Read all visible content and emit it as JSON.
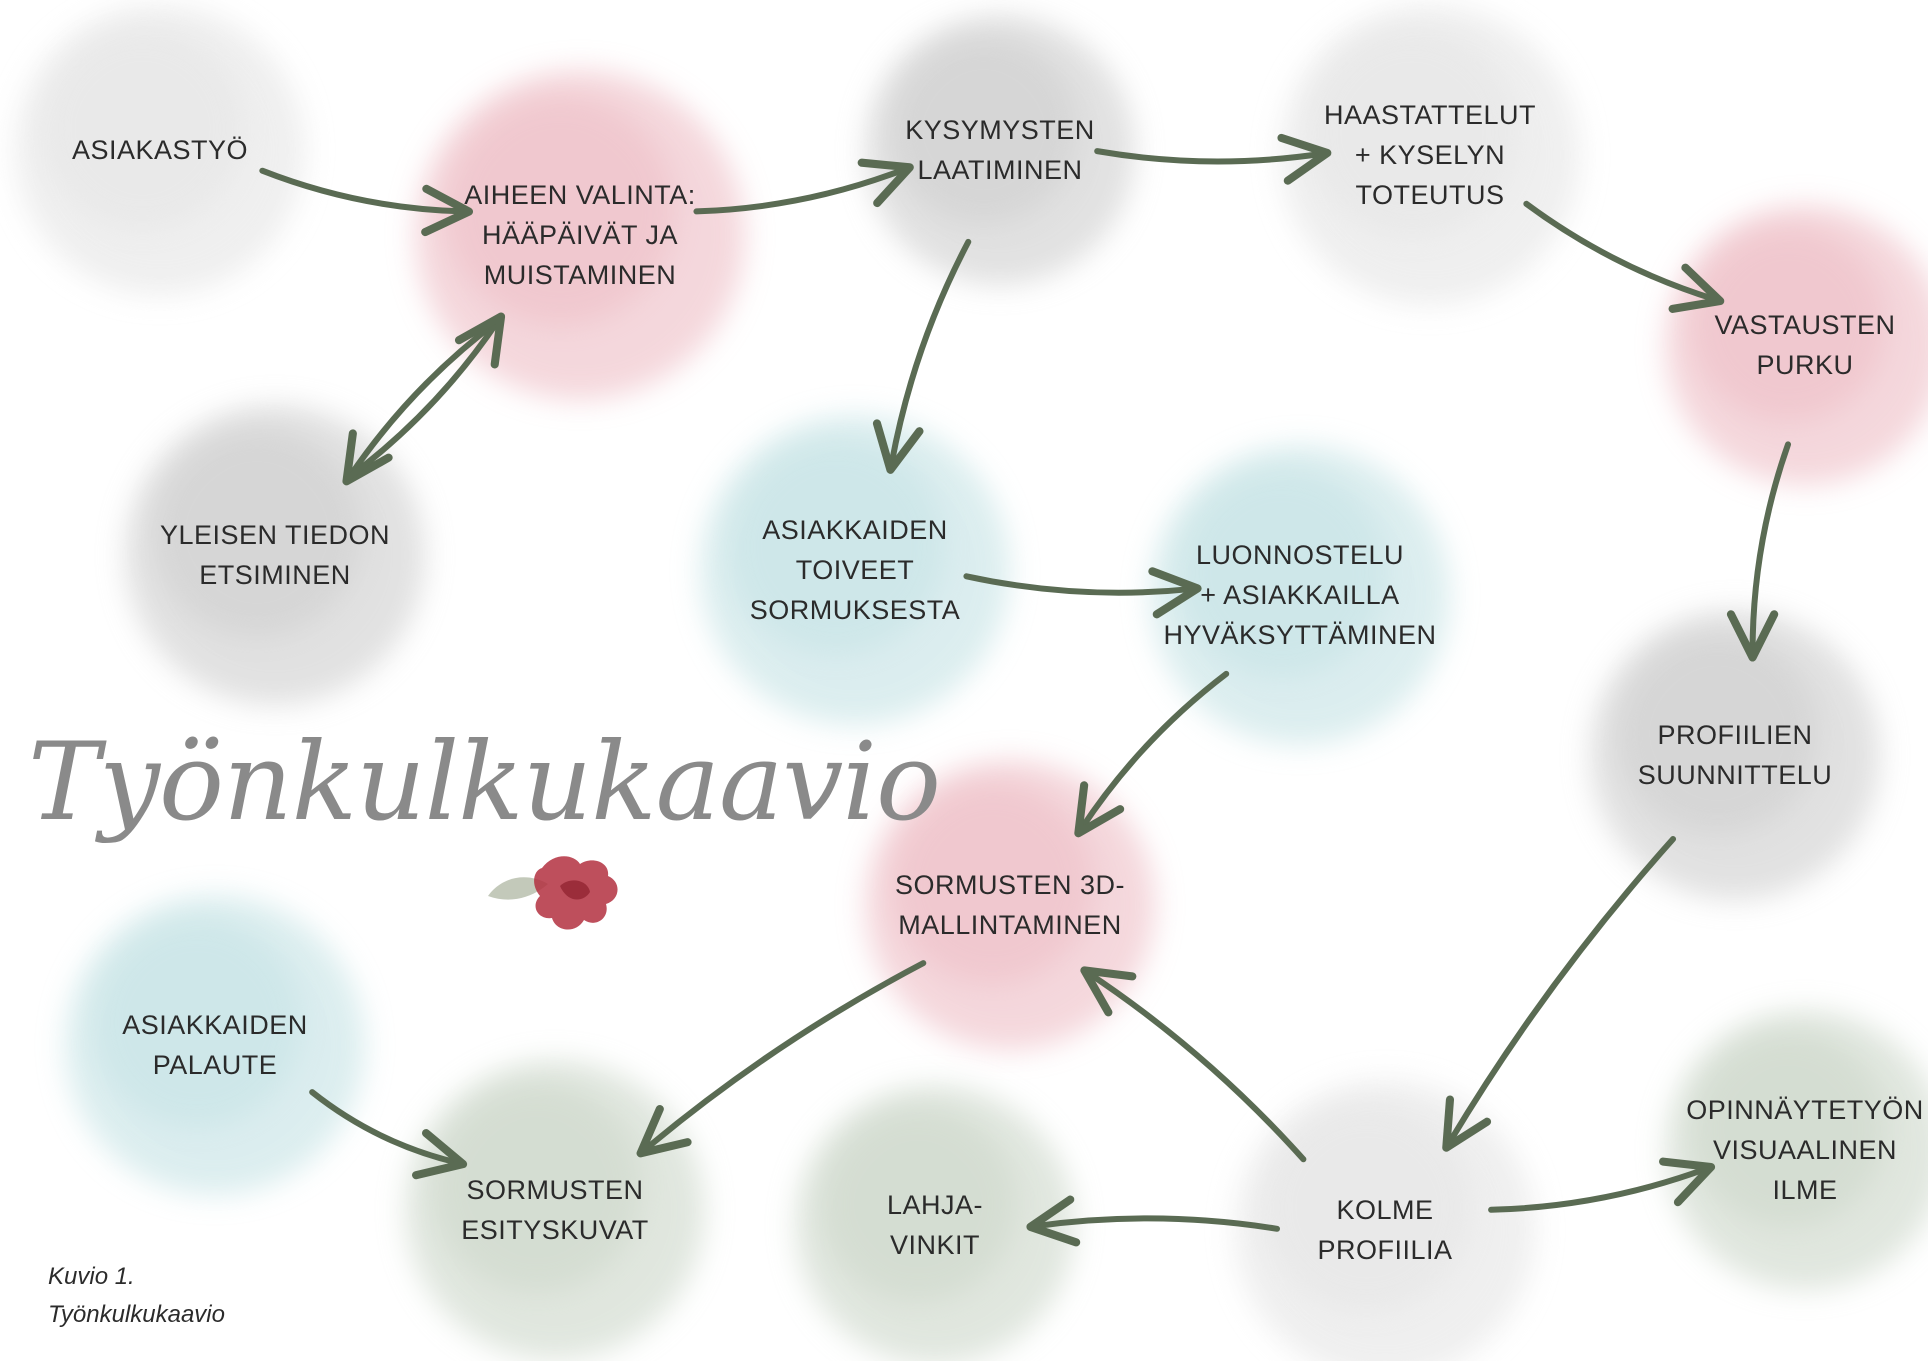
{
  "title": "Työnkulkukaavio",
  "caption": {
    "line1": "Kuvio 1.",
    "line2": "Työnkulkukaavio"
  },
  "colors": {
    "gray": "#c9c9c9",
    "pink": "#ecb7c0",
    "blue": "#bfe0e2",
    "green": "#c7d3c4",
    "light": "#e2e2e2",
    "arrow": "#5a6b53",
    "text": "#2b2b2b"
  },
  "nodes": [
    {
      "id": "asiakastyo",
      "lines": [
        "ASIAKASTYÖ"
      ],
      "color": "light"
    },
    {
      "id": "aiheen-valinta",
      "lines": [
        "AIHEEN VALINTA:",
        "HÄÄPÄIVÄT JA",
        "MUISTAMINEN"
      ],
      "color": "pink"
    },
    {
      "id": "kysymysten-laatiminen",
      "lines": [
        "KYSYMYSTEN",
        "LAATIMINEN"
      ],
      "color": "gray"
    },
    {
      "id": "haastattelut",
      "lines": [
        "HAASTATTELUT",
        "+ KYSELYN",
        "TOTEUTUS"
      ],
      "color": "light"
    },
    {
      "id": "vastausten-purku",
      "lines": [
        "VASTAUSTEN",
        "PURKU"
      ],
      "color": "pink"
    },
    {
      "id": "yleisen-tiedon",
      "lines": [
        "YLEISEN TIEDON",
        "ETSIMINEN"
      ],
      "color": "gray"
    },
    {
      "id": "asiakkaiden-toiveet",
      "lines": [
        "ASIAKKAIDEN",
        "TOIVEET",
        "SORMUKSESTA"
      ],
      "color": "blue"
    },
    {
      "id": "luonnostelu",
      "lines": [
        "LUONNOSTELU",
        "+ ASIAKKAILLA",
        "HYVÄKSYTTÄMINEN"
      ],
      "color": "blue"
    },
    {
      "id": "profiilien-suunnittelu",
      "lines": [
        "PROFIILIEN",
        "SUUNNITTELU"
      ],
      "color": "gray"
    },
    {
      "id": "sormusten-3d",
      "lines": [
        "SORMUSTEN 3D-",
        "MALLINTAMINEN"
      ],
      "color": "pink"
    },
    {
      "id": "asiakkaiden-palaute",
      "lines": [
        "ASIAKKAIDEN",
        "PALAUTE"
      ],
      "color": "blue"
    },
    {
      "id": "sormusten-esityskuvat",
      "lines": [
        "SORMUSTEN",
        "ESITYSKUVAT"
      ],
      "color": "green"
    },
    {
      "id": "lahjavinkit",
      "lines": [
        "LAHJA-",
        "VINKIT"
      ],
      "color": "green"
    },
    {
      "id": "kolme-profiilia",
      "lines": [
        "KOLME",
        "PROFIILIA"
      ],
      "color": "light"
    },
    {
      "id": "opinnaytetyon-ilme",
      "lines": [
        "OPINNÄYTETYÖN",
        "VISUAALINEN",
        "ILME"
      ],
      "color": "green"
    }
  ],
  "edges": [
    {
      "from": "asiakastyo",
      "to": "aiheen-valinta"
    },
    {
      "from": "aiheen-valinta",
      "to": "kysymysten-laatiminen"
    },
    {
      "from": "kysymysten-laatiminen",
      "to": "haastattelut"
    },
    {
      "from": "haastattelut",
      "to": "vastausten-purku"
    },
    {
      "from": "vastausten-purku",
      "to": "profiilien-suunnittelu"
    },
    {
      "from": "aiheen-valinta",
      "to": "yleisen-tiedon"
    },
    {
      "from": "yleisen-tiedon",
      "to": "aiheen-valinta"
    },
    {
      "from": "kysymysten-laatiminen",
      "to": "asiakkaiden-toiveet"
    },
    {
      "from": "asiakkaiden-toiveet",
      "to": "luonnostelu"
    },
    {
      "from": "luonnostelu",
      "to": "sormusten-3d"
    },
    {
      "from": "profiilien-suunnittelu",
      "to": "kolme-profiilia"
    },
    {
      "from": "kolme-profiilia",
      "to": "sormusten-3d"
    },
    {
      "from": "sormusten-3d",
      "to": "sormusten-esityskuvat"
    },
    {
      "from": "asiakkaiden-palaute",
      "to": "sormusten-esityskuvat"
    },
    {
      "from": "kolme-profiilia",
      "to": "lahjavinkit"
    },
    {
      "from": "kolme-profiilia",
      "to": "opinnaytetyon-ilme"
    }
  ]
}
